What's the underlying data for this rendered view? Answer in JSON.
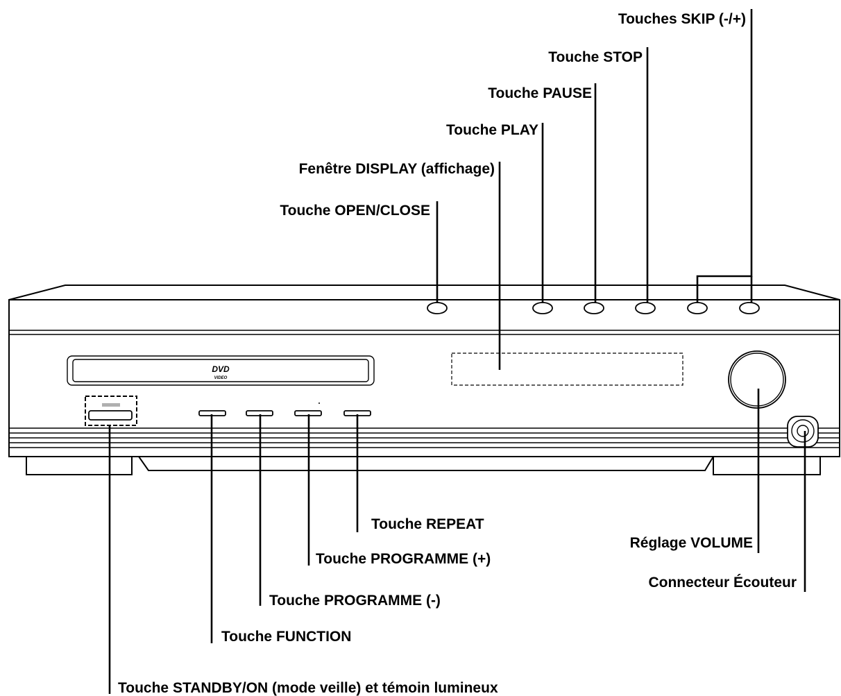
{
  "labels": {
    "skip": "Touches SKIP (-/+)",
    "stop": "Touche STOP",
    "pause": "Touche PAUSE",
    "play": "Touche PLAY",
    "display": "Fenêtre DISPLAY (affichage)",
    "open_close": "Touche OPEN/CLOSE",
    "repeat": "Touche REPEAT",
    "programme_plus": "Touche PROGRAMME (+)",
    "programme_minus": "Touche PROGRAMME (-)",
    "function": "Touche FUNCTION",
    "standby": "Touche STANDBY/ON (mode veille) et témoin lumineux",
    "volume": "Réglage VOLUME",
    "headphone": "Connecteur Écouteur"
  },
  "device": {
    "logo_main": "DVD",
    "logo_sub": "VIDEO"
  }
}
